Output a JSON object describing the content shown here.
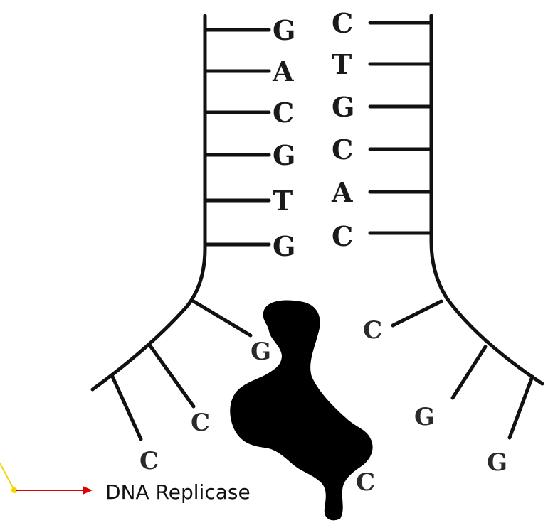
{
  "strand_left_bases": [
    "G",
    "A",
    "C",
    "G",
    "T",
    "G"
  ],
  "strand_right_bases": [
    "C",
    "T",
    "G",
    "C",
    "A",
    "C"
  ],
  "fork_left_bases": [
    "G",
    "C",
    "C"
  ],
  "fork_right_bases": [
    "C",
    "G",
    "G"
  ],
  "enzyme_adjacent_base": "C",
  "label": "DNA Replicase",
  "colors": {
    "arrow": "#e00000",
    "pointer": "#f2d600",
    "ink": "#111111"
  }
}
